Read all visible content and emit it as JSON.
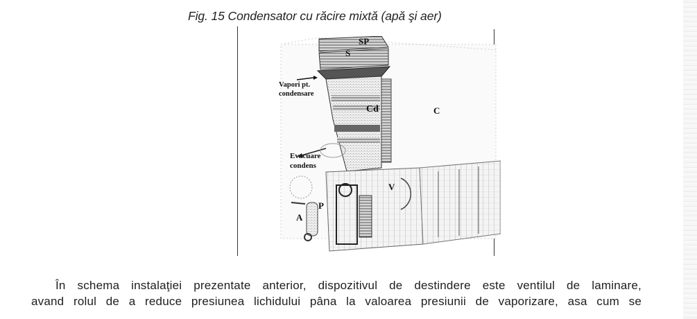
{
  "figure": {
    "caption": "Fig. 15 Condensator cu răcire mixtă (apă şi aer)",
    "labels": {
      "sp": "SP",
      "s": "S",
      "vapori_line1": "Vapori pt.",
      "vapori_line2": "condensare",
      "cd": "Cd",
      "c": "C",
      "evacuare_line1": "Evacuare",
      "evacuare_line2": "condens",
      "v": "V",
      "p": "P",
      "a": "A"
    }
  },
  "body": {
    "line1": "În schema instalaţiei prezentate anterior, dispozitivul de destindere este ventilul de laminare,",
    "line2": "avand rolul de a reduce presiunea lichidului pâna la valoarea presiunii de vaporizare, asa cum se"
  }
}
